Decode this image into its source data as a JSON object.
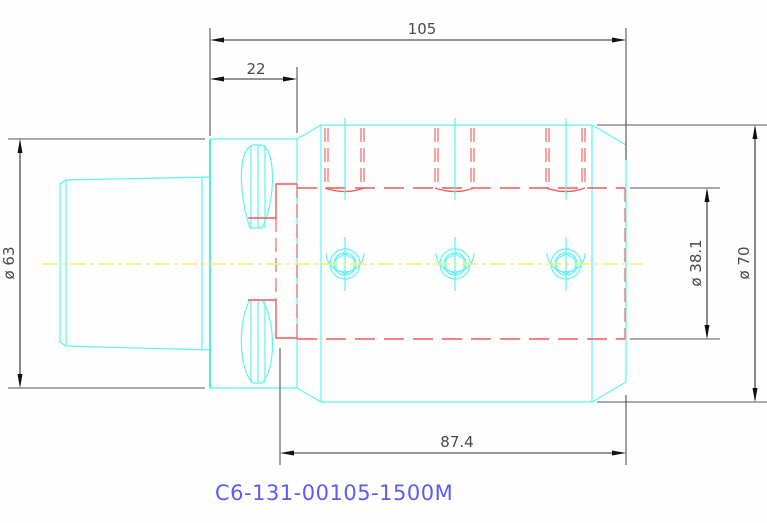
{
  "drawing": {
    "part_number": "C6-131-00105-1500M",
    "colors": {
      "outline": "#5ff3f3",
      "hidden_lines": "#f05a5a",
      "centerline": "#f3f36a",
      "dimensions": "#2a2a2a",
      "title_text": "#5c5cee",
      "background": "#fdfefd"
    },
    "dimensions": {
      "overall_length": "105",
      "flange_length": "22",
      "body_length": "87.4",
      "shank_diameter": "ø 63",
      "bore_diameter": "ø 38.1",
      "body_diameter": "ø 70"
    },
    "features": {
      "set_screws": 3,
      "drive_slots": 2
    }
  }
}
